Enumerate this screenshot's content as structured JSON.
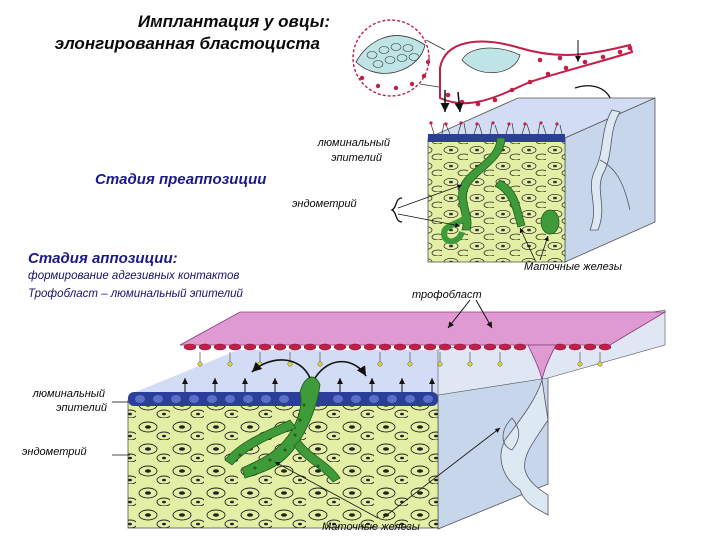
{
  "title": {
    "line1": "Имплантация у овцы:",
    "line2": "элонгированная бластоциста"
  },
  "preapposition": {
    "stage": "Стадия преаппозиции",
    "luminal_line1": "люминальный",
    "luminal_line2": "эпителий",
    "endometrium": "эндометрий",
    "glands": "Маточные железы"
  },
  "apposition": {
    "stage": "Стадия аппозиции:",
    "desc_line1": "формирование адгезивных контактов",
    "desc_line2": "Трофобласт – люминальный эпителий",
    "trophoblast": "трофобласт",
    "luminal_line1": "люминальный",
    "luminal_line2": "эпителий",
    "endometrium": "эндометрий",
    "glands": "Маточные железы"
  },
  "colors": {
    "endometrium": "#e4efa6",
    "side_face": "#c7d6ea",
    "top_face": "#d2dcf4",
    "trophoblast": "#e09ad2",
    "epithelium": "#2b3f9a",
    "gland": "#3f9a3a",
    "cell_red": "#c02048"
  }
}
